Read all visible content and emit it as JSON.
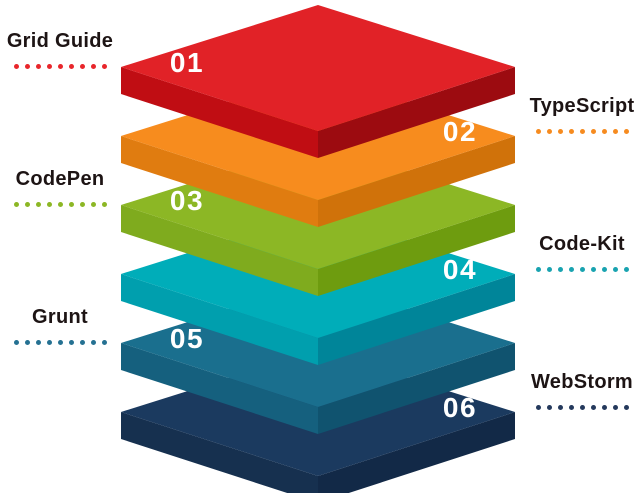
{
  "diagram": {
    "title": "layered-stack-infographic",
    "background_color": "#ffffff",
    "number_color": "#ffffff",
    "label_text_color": "#1d1414",
    "layers": [
      {
        "number": "01",
        "name": "Grid Guide",
        "side": "left",
        "top_color": "#e12227",
        "left_face_color": "#c00d13",
        "right_face_color": "#9c0b10",
        "dot_color": "#e8262b"
      },
      {
        "number": "02",
        "name": "TypeScript",
        "side": "right",
        "top_color": "#f78c1e",
        "left_face_color": "#e07c10",
        "right_face_color": "#d0720a",
        "dot_color": "#f68b1f"
      },
      {
        "number": "03",
        "name": "CodePen",
        "side": "left",
        "top_color": "#8cb725",
        "left_face_color": "#7fab1e",
        "right_face_color": "#6e9c0f",
        "dot_color": "#8cb725"
      },
      {
        "number": "04",
        "name": "Code-Kit",
        "side": "right",
        "top_color": "#00adb9",
        "left_face_color": "#009fae",
        "right_face_color": "#008599",
        "dot_color": "#19a3b0"
      },
      {
        "number": "05",
        "name": "Grunt",
        "side": "left",
        "top_color": "#1a6f8e",
        "left_face_color": "#15607e",
        "right_face_color": "#10536f",
        "dot_color": "#257192"
      },
      {
        "number": "06",
        "name": "WebStorm",
        "side": "right",
        "top_color": "#1b3a5f",
        "left_face_color": "#16304f",
        "right_face_color": "#122947",
        "dot_color": "#24395c"
      }
    ],
    "dots_per_leader": 9
  }
}
